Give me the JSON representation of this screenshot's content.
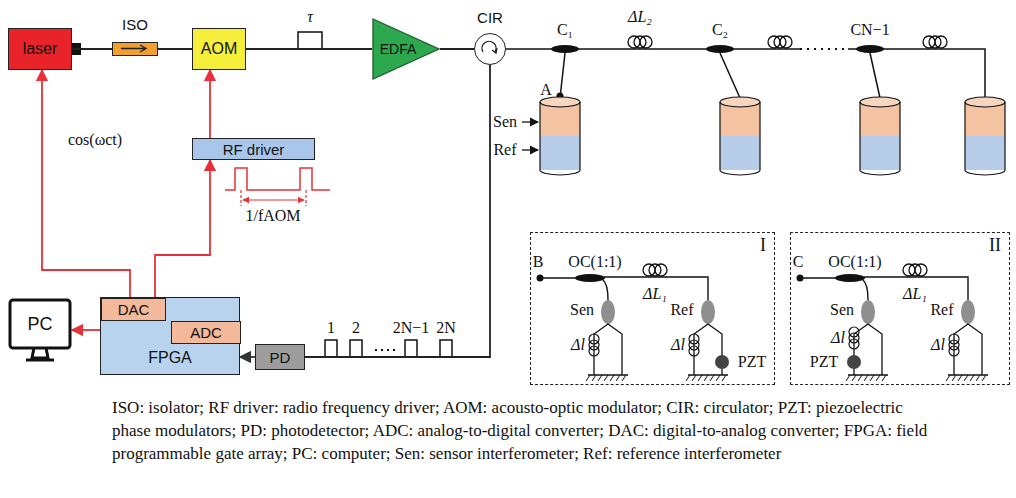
{
  "diagram": {
    "caption": "ISO: isolator; RF driver: radio frequency driver; AOM: acousto-optic modulator; CIR: circulator; PZT: piezoelectric phase modulators; PD: photodetector; ADC: analog-to-digital converter; DAC: digital-to-analog converter; FPGA: field programmable gate array; PC: computer; Sen: sensor interferometer; Ref: reference interferometer",
    "nodes": [
      {
        "text": [
          "laser"
        ]
      },
      {
        "text": [
          "ISO"
        ]
      },
      {
        "text": [
          "AOM"
        ]
      },
      {
        "text": [
          "EDFA"
        ]
      },
      {
        "text": [
          "CIR"
        ]
      },
      {
        "text": [
          "RF driver"
        ]
      },
      {
        "text": [
          "I"
        ]
      },
      {
        "text": [
          "II"
        ]
      },
      {
        "text": [
          "PC"
        ]
      },
      {
        "text": [
          "FPGA"
        ]
      },
      {
        "text": [
          "DAC"
        ],
        "in": 9
      },
      {
        "text": [
          "ADC"
        ],
        "in": 9
      },
      {
        "text": [
          "PD"
        ]
      }
    ],
    "edges": [
      {
        "from": 0,
        "to": 1,
        "arrow": "none"
      },
      {
        "from": 1,
        "to": 2,
        "arrow": "none"
      },
      {
        "from": 2,
        "to": 3,
        "arrow": "none"
      },
      {
        "from": 3,
        "to": 4,
        "arrow": "none"
      },
      {
        "from": 4,
        "to": 12,
        "arrow": "none"
      },
      {
        "from": 12,
        "to": 9,
        "arrow": "to"
      },
      {
        "from": 10,
        "to": 0,
        "arrow": "to",
        "label": "cos(ωct)"
      },
      {
        "from": 10,
        "to": 5,
        "arrow": "to"
      },
      {
        "from": 5,
        "to": 2,
        "arrow": "to"
      },
      {
        "from": 9,
        "to": 8,
        "arrow": "to"
      }
    ],
    "labels": [
      "τ",
      "C₁",
      "ΔL₂",
      "C₂",
      "CN−1",
      "A",
      "Sen",
      "Ref",
      "1/fAOM",
      "B",
      "OC(1:1)",
      "ΔL₁",
      "Sen",
      "Ref",
      "Δl",
      "Δl",
      "PZT",
      "C",
      "OC(1:1)",
      "ΔL₁",
      "Sen",
      "Ref",
      "Δl",
      "Δl",
      "PZT",
      "1",
      "2",
      "2N−1",
      "2N"
    ]
  }
}
